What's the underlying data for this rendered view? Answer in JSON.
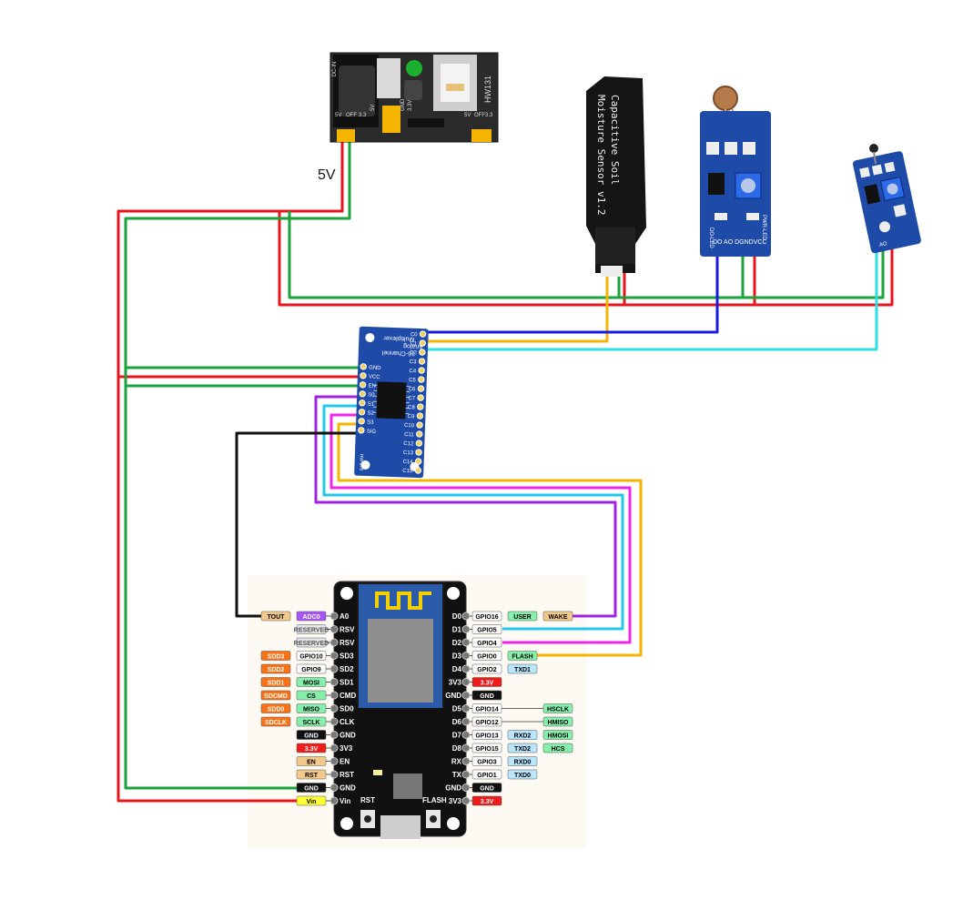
{
  "power_label": "5V",
  "power_module": {
    "model": "HW131",
    "left_pins": [
      "5V",
      "OFF",
      "3.3"
    ],
    "right_pins": [
      "5V",
      "OFF",
      "3.3"
    ],
    "mid": [
      "5V",
      "GND",
      "3.3V"
    ],
    "dc_in": "DC-IN"
  },
  "soil_sensor": {
    "line1": "Capacitive Soil",
    "line2": "Moisture Sensor v1.2"
  },
  "ldr_module": {
    "pins": "DO AO DGNDVCC",
    "led_left": "DO-LED",
    "led_right": "PWR-LED"
  },
  "temp_module": {
    "pins": "AO"
  },
  "mux": {
    "title_line1": "Analog",
    "title_line2": "16-Channel",
    "title_line3": "Multiplexer",
    "left_pins": [
      "GND",
      "VCC",
      "EN",
      "S0",
      "S1",
      "S2",
      "S3",
      "SIG"
    ],
    "right_pins": [
      "C0",
      "C1",
      "C2",
      "C3",
      "C4",
      "C5",
      "C6",
      "C7",
      "C8",
      "C9",
      "C10",
      "C11",
      "C12",
      "C13",
      "C14",
      "C15"
    ],
    "model": "HW-178"
  },
  "nodemcu": {
    "left_pins": [
      {
        "pin": "A0",
        "tags": [
          {
            "t": "TOUT",
            "c": "#f3c98b",
            "f": "#000"
          },
          {
            "t": "ADC0",
            "c": "#a855f7",
            "f": "#fff"
          }
        ]
      },
      {
        "pin": "RSV",
        "tags": [
          {
            "t": "RESERVED",
            "c": "#e5e7eb",
            "f": "#555"
          }
        ]
      },
      {
        "pin": "RSV",
        "tags": [
          {
            "t": "RESERVED",
            "c": "#e5e7eb",
            "f": "#555"
          }
        ]
      },
      {
        "pin": "SD3",
        "tags": [
          {
            "t": "SDD3",
            "c": "#f97316",
            "f": "#fff"
          },
          {
            "t": "GPIO10",
            "c": "#ffffff",
            "f": "#000"
          }
        ]
      },
      {
        "pin": "SD2",
        "tags": [
          {
            "t": "SDD2",
            "c": "#f97316",
            "f": "#fff"
          },
          {
            "t": "GPIO9",
            "c": "#ffffff",
            "f": "#000"
          }
        ]
      },
      {
        "pin": "SD1",
        "tags": [
          {
            "t": "SDD1",
            "c": "#f97316",
            "f": "#fff"
          },
          {
            "t": "MOSI",
            "c": "#86efac",
            "f": "#000"
          }
        ]
      },
      {
        "pin": "CMD",
        "tags": [
          {
            "t": "SDCMD",
            "c": "#f97316",
            "f": "#fff"
          },
          {
            "t": "CS",
            "c": "#86efac",
            "f": "#000"
          }
        ]
      },
      {
        "pin": "SD0",
        "tags": [
          {
            "t": "SDD0",
            "c": "#f97316",
            "f": "#fff"
          },
          {
            "t": "MISO",
            "c": "#86efac",
            "f": "#000"
          }
        ]
      },
      {
        "pin": "CLK",
        "tags": [
          {
            "t": "SDCLK",
            "c": "#f97316",
            "f": "#fff"
          },
          {
            "t": "SCLK",
            "c": "#86efac",
            "f": "#000"
          }
        ]
      },
      {
        "pin": "GND",
        "tags": [
          {
            "t": "GND",
            "c": "#111111",
            "f": "#fff"
          }
        ]
      },
      {
        "pin": "3V3",
        "tags": [
          {
            "t": "3.3V",
            "c": "#ef1c1c",
            "f": "#fff"
          }
        ]
      },
      {
        "pin": "EN",
        "tags": [
          {
            "t": "EN",
            "c": "#f3c98b",
            "f": "#000"
          }
        ]
      },
      {
        "pin": "RST",
        "tags": [
          {
            "t": "RST",
            "c": "#f3c98b",
            "f": "#000"
          }
        ]
      },
      {
        "pin": "GND",
        "tags": [
          {
            "t": "GND",
            "c": "#111111",
            "f": "#fff"
          }
        ]
      },
      {
        "pin": "Vin",
        "tags": [
          {
            "t": "Vin",
            "c": "#ffff33",
            "f": "#000"
          }
        ]
      }
    ],
    "right_pins": [
      {
        "pin": "D0",
        "tags": [
          {
            "t": "GPIO16",
            "c": "#ffffff",
            "f": "#000"
          },
          {
            "t": "USER",
            "c": "#86efac",
            "f": "#000"
          },
          {
            "t": "WAKE",
            "c": "#f3c98b",
            "f": "#000"
          }
        ]
      },
      {
        "pin": "D1",
        "tags": [
          {
            "t": "GPIO5",
            "c": "#ffffff",
            "f": "#000"
          }
        ]
      },
      {
        "pin": "D2",
        "tags": [
          {
            "t": "GPIO4",
            "c": "#ffffff",
            "f": "#000"
          }
        ]
      },
      {
        "pin": "D3",
        "tags": [
          {
            "t": "GPIO0",
            "c": "#ffffff",
            "f": "#000"
          },
          {
            "t": "FLASH",
            "c": "#86efac",
            "f": "#000"
          }
        ]
      },
      {
        "pin": "D4",
        "tags": [
          {
            "t": "GPIO2",
            "c": "#ffffff",
            "f": "#000"
          },
          {
            "t": "TXD1",
            "c": "#bae6fd",
            "f": "#000"
          }
        ]
      },
      {
        "pin": "3V3",
        "tags": [
          {
            "t": "3.3V",
            "c": "#ef1c1c",
            "f": "#fff"
          }
        ]
      },
      {
        "pin": "GND",
        "tags": [
          {
            "t": "GND",
            "c": "#111111",
            "f": "#fff"
          }
        ]
      },
      {
        "pin": "D5",
        "tags": [
          {
            "t": "GPIO14",
            "c": "#ffffff",
            "f": "#000"
          },
          {
            "t": "",
            "c": "",
            "f": ""
          },
          {
            "t": "HSCLK",
            "c": "#86efac",
            "f": "#000"
          }
        ]
      },
      {
        "pin": "D6",
        "tags": [
          {
            "t": "GPIO12",
            "c": "#ffffff",
            "f": "#000"
          },
          {
            "t": "",
            "c": "",
            "f": ""
          },
          {
            "t": "HMISO",
            "c": "#86efac",
            "f": "#000"
          }
        ]
      },
      {
        "pin": "D7",
        "tags": [
          {
            "t": "GPIO13",
            "c": "#ffffff",
            "f": "#000"
          },
          {
            "t": "RXD2",
            "c": "#bae6fd",
            "f": "#000"
          },
          {
            "t": "HMOSI",
            "c": "#86efac",
            "f": "#000"
          }
        ]
      },
      {
        "pin": "D8",
        "tags": [
          {
            "t": "GPIO15",
            "c": "#ffffff",
            "f": "#000"
          },
          {
            "t": "TXD2",
            "c": "#bae6fd",
            "f": "#000"
          },
          {
            "t": "HCS",
            "c": "#86efac",
            "f": "#000"
          }
        ]
      },
      {
        "pin": "RX",
        "tags": [
          {
            "t": "GPIO3",
            "c": "#ffffff",
            "f": "#000"
          },
          {
            "t": "RXD0",
            "c": "#bae6fd",
            "f": "#000"
          }
        ]
      },
      {
        "pin": "TX",
        "tags": [
          {
            "t": "GPIO1",
            "c": "#ffffff",
            "f": "#000"
          },
          {
            "t": "TXD0",
            "c": "#bae6fd",
            "f": "#000"
          }
        ]
      },
      {
        "pin": "GND",
        "tags": [
          {
            "t": "GND",
            "c": "#111111",
            "f": "#fff"
          }
        ]
      },
      {
        "pin": "3V3",
        "tags": [
          {
            "t": "3.3V",
            "c": "#ef1c1c",
            "f": "#fff"
          }
        ]
      }
    ],
    "rst_label": "RST",
    "flash_label": "FLASH"
  },
  "wire_colors": {
    "power": "#e8141c",
    "ground": "#1aa33a",
    "s0": "#a022e0",
    "s1": "#22c8e8",
    "s2": "#f025e8",
    "s3": "#f5b400",
    "sig": "#111111",
    "c0": "#f5b400",
    "c1": "#1a1ae0",
    "c2": "#2ee0e0"
  }
}
